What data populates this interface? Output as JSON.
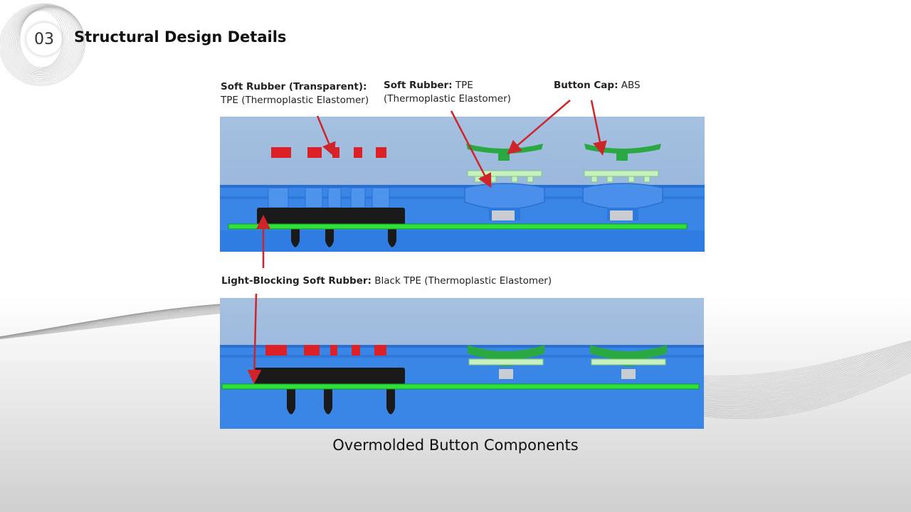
{
  "slide": {
    "section_number": "03",
    "title": "Structural Design Details",
    "caption": "Overmolded Button Components"
  },
  "labels": {
    "transparent_rubber": {
      "name": "Soft Rubber (Transparent):",
      "material": "TPE (Thermoplastic Elastomer)"
    },
    "soft_rubber": {
      "name": "Soft Rubber:",
      "material_line1": "TPE",
      "material_line2": "(Thermoplastic Elastomer)"
    },
    "button_cap": {
      "name": "Button Cap:",
      "material": "ABS"
    },
    "light_blocking": {
      "name": "Light-Blocking Soft Rubber:",
      "material": "Black TPE (Thermoplastic Elastomer)"
    }
  },
  "colors": {
    "arrow": "#d0242b",
    "housing": "#3a86e6",
    "pcb": "#2fe23a",
    "button_cap": "#2aa842",
    "transparent_rubber": "#dd1f26",
    "black_rubber": "#1a1a1a"
  }
}
